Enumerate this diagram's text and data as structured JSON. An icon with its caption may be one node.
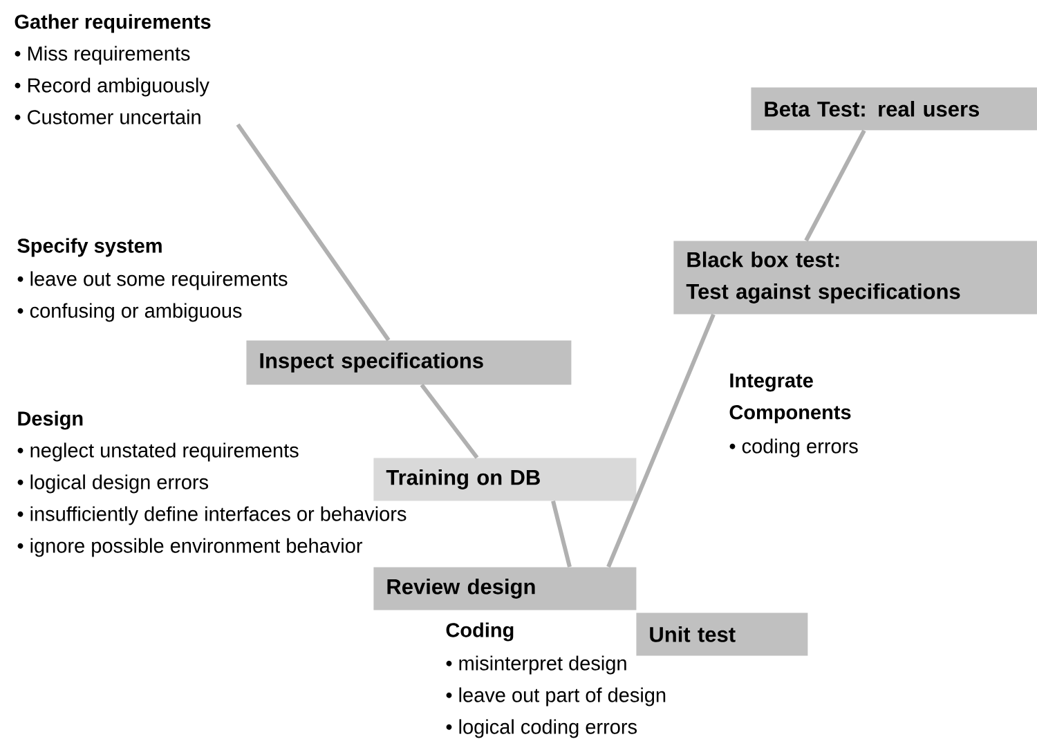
{
  "diagram": {
    "nodes": [
      {
        "text": [
          "Gather requirements",
          "• Miss requirements",
          "• Record ambiguously",
          "• Customer uncertain"
        ]
      },
      {
        "text": [
          "Beta Test: real users"
        ]
      },
      {
        "text": [
          "Black box test:",
          "Test against specifications"
        ]
      },
      {
        "text": [
          "Inspect specifications"
        ]
      },
      {
        "text": [
          "Training on DB"
        ]
      },
      {
        "text": [
          "Review design"
        ]
      },
      {
        "text": [
          "Unit test"
        ]
      }
    ],
    "edges": [
      {
        "from": 0,
        "to": 3,
        "arrow": "none"
      },
      {
        "from": 3,
        "to": 4,
        "arrow": "none"
      },
      {
        "from": 4,
        "to": 5,
        "arrow": "none"
      },
      {
        "from": 5,
        "to": 2,
        "arrow": "none"
      },
      {
        "from": 2,
        "to": 1,
        "arrow": "none"
      }
    ],
    "labels": [
      "Specify system",
      "• leave out some requirements",
      "• confusing or ambiguous",
      "Design",
      "• neglect unstated requirements",
      "• logical design errors",
      "• insufficiently define interfaces or behaviors",
      "• ignore possible environment behavior",
      "Integrate Components",
      "• coding errors",
      "Coding",
      "• misinterpret design",
      "• leave out part of design",
      "• logical coding errors"
    ]
  }
}
